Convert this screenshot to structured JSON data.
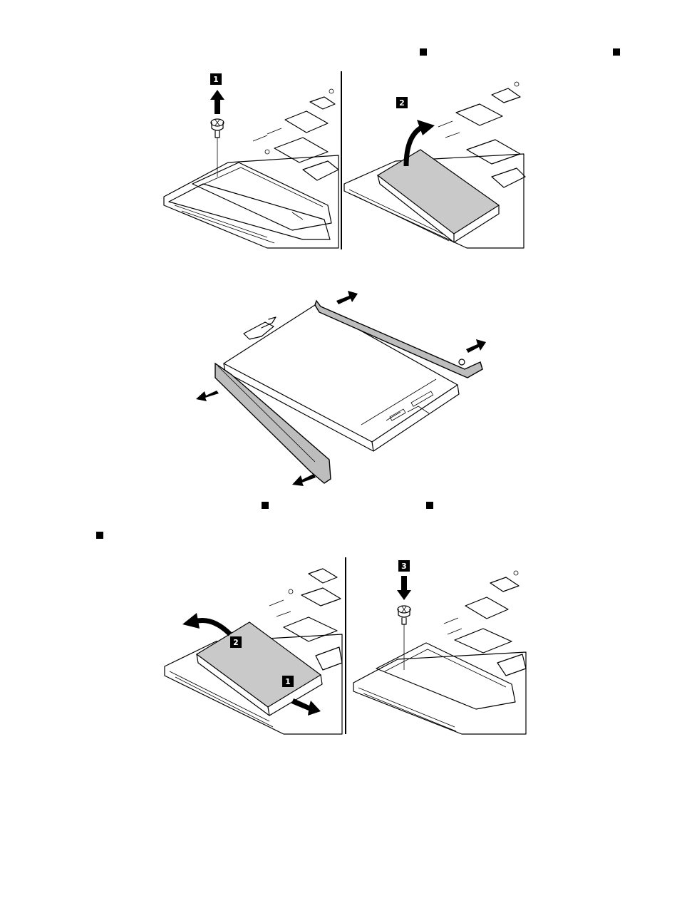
{
  "callouts": {
    "one": "1",
    "two": "2",
    "three": "3"
  },
  "icons": {
    "bullet": "black-square-icon",
    "screw": "screw-icon",
    "arrow": "arrow-icon"
  },
  "colors": {
    "drive_fill": "#c9c9c9",
    "rail_fill": "#bdbdbd",
    "ink": "#000000"
  }
}
